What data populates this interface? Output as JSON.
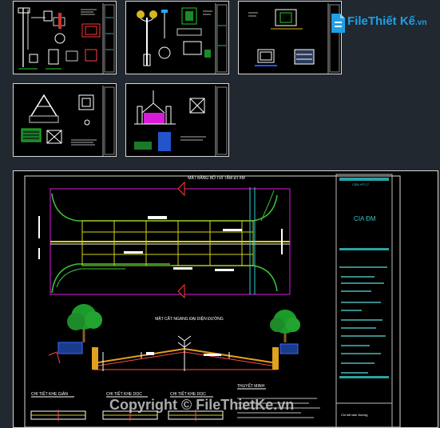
{
  "logo": {
    "brand": "File",
    "text": "Thiết Kế",
    "suffix": ".vn"
  },
  "watermark": "Copyright © FileThietKe.vn",
  "main_sheet": {
    "title_plan": "MẶT BẰNG BỐ TRÍ TẤM ĐTXM",
    "title_section": "MẶT CẮT NGANG ĐẠI DIỆN ĐƯỜNG",
    "detail_1": "CHI TIẾT KHE GIẢN",
    "detail_2": "CHI TIẾT KHE DỌC",
    "detail_3": "CHI TIẾT KHE DỌC",
    "notes": "THUYẾT MINH",
    "titleblock_top": "CĂN HỘ 17",
    "titleblock_stamp": "CIA ĐM",
    "titleblock_bottom": "Chi tiết tấm đường"
  }
}
